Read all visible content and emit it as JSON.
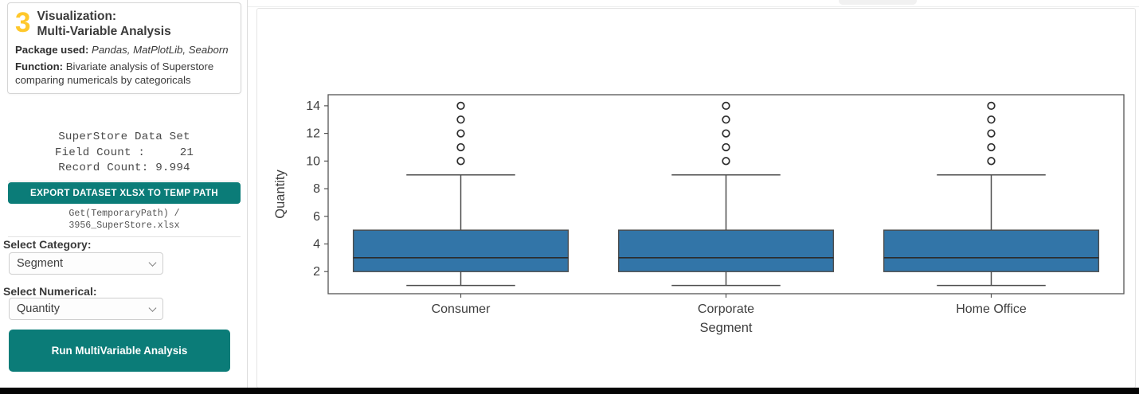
{
  "sidebar": {
    "step_number": "3",
    "title_line1": "Visualization:",
    "title_line2": "Multi-Variable Analysis",
    "package_label": "Package used:",
    "package_value": "Pandas, MatPlotLib, Seaborn",
    "function_label": "Function:",
    "function_value": "Bivariate analysis of Superstore comparing numericals by categoricals",
    "dataset_info": "SuperStore Data Set\nField Count :     21\nRecord Count: 9.994",
    "export_button": "EXPORT DATASET XLSX TO TEMP PATH",
    "export_path": "Get(TemporaryPath) /\n3956_SuperStore.xlsx",
    "select_category_label": "Select Category:",
    "select_category_value": "Segment",
    "select_numerical_label": "Select Numerical:",
    "select_numerical_value": "Quantity",
    "run_button": "Run MultiVariable Analysis",
    "accent_teal": "#0b7c78",
    "accent_gold": "#FFC82C"
  },
  "chart_data": {
    "type": "box",
    "title": "",
    "xlabel": "Segment",
    "ylabel": "Quantity",
    "categories": [
      "Consumer",
      "Corporate",
      "Home Office"
    ],
    "ytick_labels": [
      "2",
      "4",
      "6",
      "8",
      "10",
      "12",
      "14"
    ],
    "ytick_values": [
      2,
      4,
      6,
      8,
      10,
      12,
      14
    ],
    "ylim": [
      0.4,
      14.8
    ],
    "grid": false,
    "legend": "none",
    "box_color": "#3275a8",
    "line_color": "#4c4c4c",
    "boxes": [
      {
        "category": "Consumer",
        "q1": 2,
        "median": 3,
        "q3": 5,
        "whisker_low": 1,
        "whisker_high": 9,
        "outliers": [
          10,
          11,
          12,
          13,
          14
        ]
      },
      {
        "category": "Corporate",
        "q1": 2,
        "median": 3,
        "q3": 5,
        "whisker_low": 1,
        "whisker_high": 9,
        "outliers": [
          10,
          11,
          12,
          13,
          14
        ]
      },
      {
        "category": "Home Office",
        "q1": 2,
        "median": 3,
        "q3": 5,
        "whisker_low": 1,
        "whisker_high": 9,
        "outliers": [
          10,
          11,
          12,
          13,
          14
        ]
      }
    ]
  }
}
